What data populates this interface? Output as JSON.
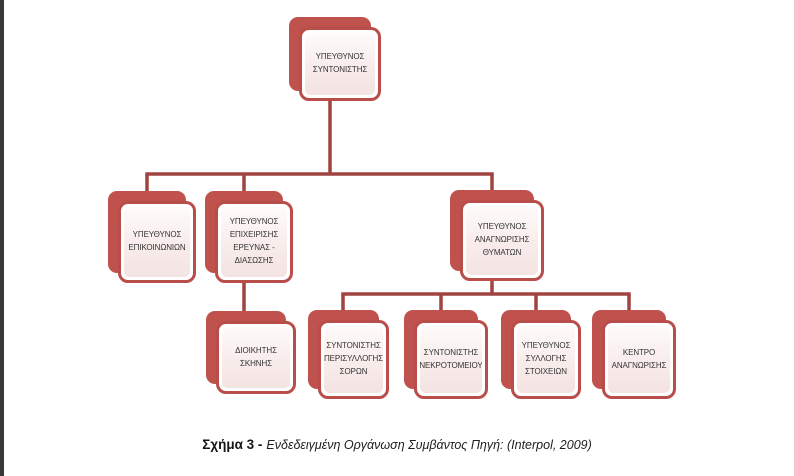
{
  "diagram": {
    "title_semantic": "incident-organization-chart",
    "accent_color": "#c0504d",
    "line_color": "#a04441",
    "box_fill_top": "#fefbfa",
    "box_fill_bottom": "#f3e3e2",
    "nodes": {
      "coordinator": {
        "label": "ΥΠΕΥΘΥΝΟΣ ΣΥΝΤΟΝΙΣΤΗΣ"
      },
      "communications": {
        "label": "ΥΠΕΥΘΥΝΟΣ ΕΠΙΚΟΙΝΩΝΙΩΝ"
      },
      "search_rescue": {
        "label": "ΥΠΕΥΘΥΝΟΣ ΕΠΙΧΕΙΡΙΣΗΣ ΕΡΕΥΝΑΣ - ΔΙΑΣΩΣΗΣ"
      },
      "victim_identification": {
        "label": "ΥΠΕΥΘΥΝΟΣ ΑΝΑΓΝΩΡΙΣΗΣ ΘΥΜΑΤΩΝ"
      },
      "scene_commander": {
        "label": "ΔΙΟΙΚΗΤΗΣ ΣΚΗΝΗΣ"
      },
      "body_recovery": {
        "label": "ΣΥΝΤΟΝΙΣΤΗΣ ΠΕΡΙΣΥΛΛΟΓΗΣ ΣΟΡΩΝ"
      },
      "mortuary": {
        "label": "ΣΥΝΤΟΝΙΣΤΗΣ ΝΕΚΡΟΤΟΜΕΙΟΥ"
      },
      "data_collection": {
        "label": "ΥΠΕΥΘΥΝΟΣ ΣΥΛΛΟΓΗΣ ΣΤΟΙΧΕΙΩΝ"
      },
      "identification_center": {
        "label": "ΚΕΝΤΡΟ ΑΝΑΓΝΩΡΙΣΗΣ"
      }
    }
  },
  "caption": {
    "figure_label": "Σχήμα 3 -",
    "text": "Ενδεδειγμένη Οργάνωση Συμβάντος Πηγή: (Interpol, 2009)"
  }
}
